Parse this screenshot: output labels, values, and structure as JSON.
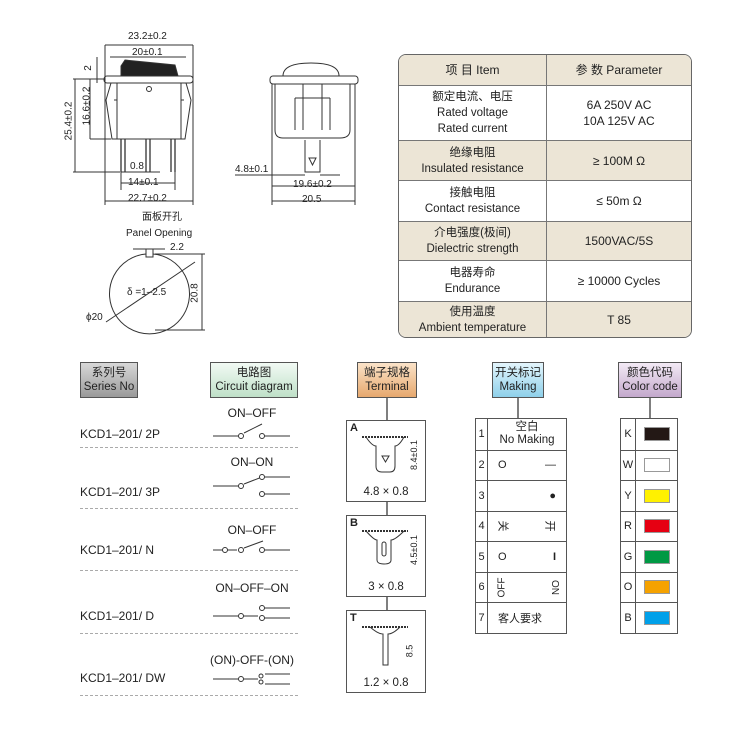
{
  "drawing": {
    "front_dims": [
      "23.2±0.2",
      "20±0.1",
      "2",
      "16.6±0.2",
      "25.4±0.2",
      "0.8",
      "14±0.1",
      "22.7±0.2"
    ],
    "side_dims": [
      "4.8±0.1",
      "19.6±0.2",
      "20.5"
    ],
    "panel_opening": {
      "title_cn": "面板开孔",
      "title_en": "Panel Opening",
      "width": "2.2",
      "height": "20.8",
      "thickness": "δ =1–2.5",
      "diameter": "ϕ20"
    }
  },
  "spec_table": {
    "header": {
      "item": "项 目   Item",
      "parameter": "参 数   Parameter"
    },
    "rows": [
      {
        "cn": "额定电流、电压",
        "en": [
          "Rated voltage",
          "Rated current"
        ],
        "value": [
          "6A   250V AC",
          "10A 125V AC"
        ]
      },
      {
        "cn": "绝缘电阻",
        "en": [
          "Insulated resistance"
        ],
        "value": [
          "≥ 100M Ω"
        ]
      },
      {
        "cn": "接触电阻",
        "en": [
          "Contact resistance"
        ],
        "value": [
          "≤ 50m Ω"
        ]
      },
      {
        "cn": "介电强度(极间)",
        "en": [
          "Dielectric strength"
        ],
        "value": [
          "1500VAC/5S"
        ]
      },
      {
        "cn": "电器寿命",
        "en": [
          "Endurance"
        ],
        "value": [
          "≥ 10000 Cycles"
        ]
      },
      {
        "cn": "使用温度",
        "en": [
          "Ambient temperature"
        ],
        "value": [
          "T 85"
        ]
      }
    ]
  },
  "series": {
    "header_cn": "系列号",
    "header_en": "Series No",
    "items": [
      "KCD1–201/ 2P",
      "KCD1–201/ 3P",
      "KCD1–201/ N",
      "KCD1–201/ D",
      "KCD1–201/ DW"
    ]
  },
  "circuit": {
    "header_cn": "电路图",
    "header_en": "Circuit diagram",
    "items": [
      "ON–OFF",
      "ON–ON",
      "ON–OFF",
      "ON–OFF–ON",
      "(ON)-OFF-(ON)"
    ]
  },
  "terminal": {
    "header_cn": "端子规格",
    "header_en": "Terminal",
    "items": [
      {
        "letter": "A",
        "size": "4.8 × 0.8",
        "dim": "8.4±0.1"
      },
      {
        "letter": "B",
        "size": "3 × 0.8",
        "dim": "4.5±0.1"
      },
      {
        "letter": "T",
        "size": "1.2 × 0.8",
        "dim": "8.5"
      }
    ]
  },
  "making": {
    "header_cn": "开关标记",
    "header_en": "Making",
    "rows": [
      {
        "n": "1",
        "cn": "空白",
        "en": "No Making"
      },
      {
        "n": "2",
        "left": "O",
        "right": "—"
      },
      {
        "n": "3",
        "left": "",
        "right": "●"
      },
      {
        "n": "4",
        "left": "关",
        "right": "开"
      },
      {
        "n": "5",
        "left": "O",
        "right": "I"
      },
      {
        "n": "6",
        "left": "OFF",
        "right": "ON"
      },
      {
        "n": "7",
        "text": "客人要求"
      }
    ]
  },
  "color_code": {
    "header_cn": "颜色代码",
    "header_en": "Color code",
    "items": [
      {
        "code": "K",
        "color": "#231815"
      },
      {
        "code": "W",
        "color": "#ffffff"
      },
      {
        "code": "Y",
        "color": "#fff100"
      },
      {
        "code": "R",
        "color": "#e60012"
      },
      {
        "code": "G",
        "color": "#009944"
      },
      {
        "code": "O",
        "color": "#f5a200"
      },
      {
        "code": "B",
        "color": "#00a0e9"
      }
    ]
  }
}
